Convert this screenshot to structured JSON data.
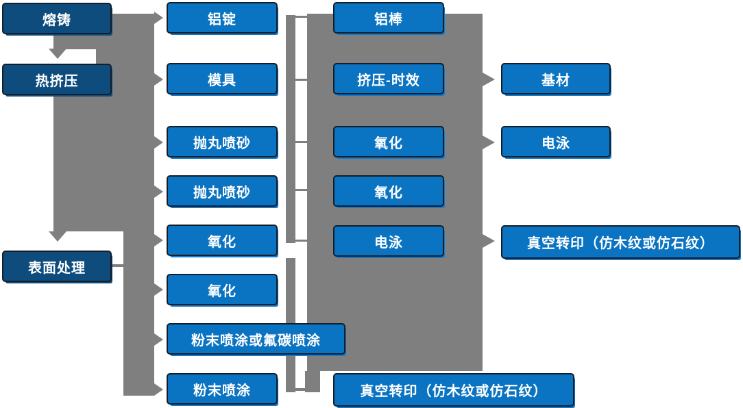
{
  "diagram": {
    "description": "aluminum-profile-process-flowchart",
    "columns": {
      "stages": {
        "items": [
          {
            "label": "熔铸"
          },
          {
            "label": "热挤压"
          },
          {
            "label": "表面处理"
          }
        ]
      },
      "primary": {
        "items": [
          {
            "label": "铝锭"
          },
          {
            "label": "模具"
          },
          {
            "label": "抛丸喷砂"
          },
          {
            "label": "抛丸喷砂"
          },
          {
            "label": "氧化"
          },
          {
            "label": "氧化"
          },
          {
            "label": "粉末喷涂或氟碳喷涂"
          },
          {
            "label": "粉末喷涂"
          }
        ]
      },
      "secondary": {
        "items": [
          {
            "label": "铝棒"
          },
          {
            "label": "挤压-时效"
          },
          {
            "label": "氧化"
          },
          {
            "label": "氧化"
          },
          {
            "label": "电泳"
          },
          {
            "label": "真空转印（仿木纹或仿石纹）"
          }
        ]
      },
      "final": {
        "items": [
          {
            "label": "基材"
          },
          {
            "label": "电泳"
          },
          {
            "label": "真空转印（仿木纹或仿石纹）"
          }
        ]
      }
    },
    "colors": {
      "stage_fill": "#0d4c7c",
      "process_fill": "#0a73c2",
      "connector_gray": "#7f7f7f",
      "box_outline": "#141e28",
      "text": "#ffffff"
    }
  }
}
